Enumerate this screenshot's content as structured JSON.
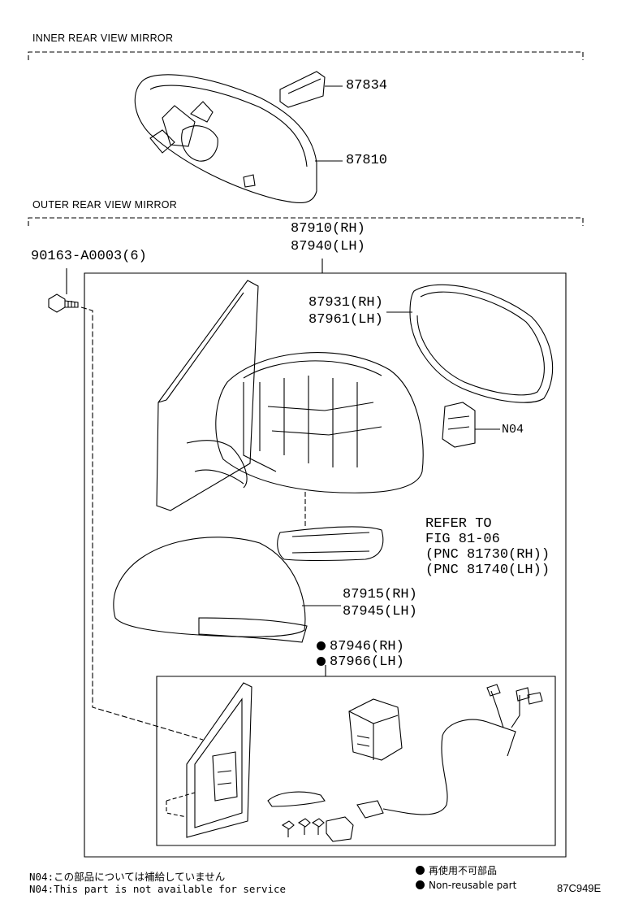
{
  "sections": {
    "inner_title": "INNER REAR VIEW MIRROR",
    "outer_title": "OUTER REAR VIEW MIRROR"
  },
  "parts": {
    "p87834": "87834",
    "p87810": "87810",
    "assy_rh": "87910(RH)",
    "assy_lh": "87940(LH)",
    "screw": "90163-A0003(6)",
    "glass_rh": "87931(RH)",
    "glass_lh": "87961(LH)",
    "n04": "N04",
    "refer_1": "REFER TO",
    "refer_2": "FIG 81-06",
    "refer_3": "(PNC 81730(RH))",
    "refer_4": "(PNC 81740(LH))",
    "cover_rh": "87915(RH)",
    "cover_lh": "87945(LH)",
    "motor_rh": "87946(RH)",
    "motor_lh": "87966(LH)"
  },
  "notes": {
    "n04_jp": "N04:この部品については補給していません",
    "n04_en": "N04:This part is not available for service"
  },
  "legend": {
    "jp": "再使用不可部品",
    "en": "Non-reusable part"
  },
  "figure_code": "87C949E"
}
